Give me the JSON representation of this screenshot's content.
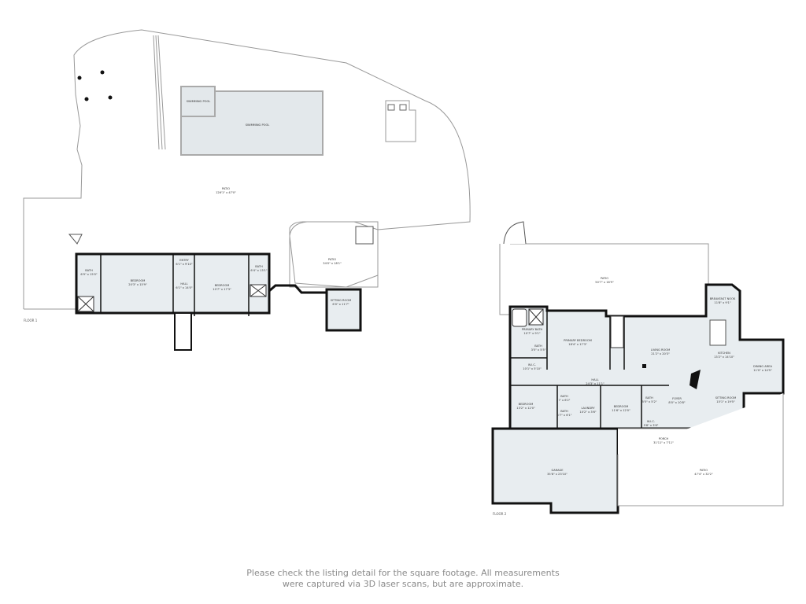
{
  "floor1": {
    "label": "FLOOR 1",
    "rooms": [
      {
        "name": "SWIMMING POOL",
        "dims": ""
      },
      {
        "name": "SWIMMING POOL",
        "dims": ""
      },
      {
        "name": "PATIO",
        "dims": "126'1\" x 47'0\""
      },
      {
        "name": "PATIO",
        "dims": "34'0\" x 18'1\""
      },
      {
        "name": "BATH",
        "dims": "6'9\" x 15'0\""
      },
      {
        "name": "BEDROOM",
        "dims": "20'3\" x 15'9\""
      },
      {
        "name": "ENTRY",
        "dims": "6'1\" x 9'10\""
      },
      {
        "name": "HALL",
        "dims": "6'1\" x 14'0\""
      },
      {
        "name": "BEDROOM",
        "dims": "10'7\" x 17'3\""
      },
      {
        "name": "BATH",
        "dims": "6'4\" x 13'1\""
      },
      {
        "name": "SITTING ROOM",
        "dims": "6'0\" x 11'7\""
      }
    ]
  },
  "floor2": {
    "label": "FLOOR 2",
    "rooms": [
      {
        "name": "PATIO",
        "dims": "50'7\" x 16'9\""
      },
      {
        "name": "BREAKFAST NOOK",
        "dims": "11'8\" x 9'1\""
      },
      {
        "name": "PRIMARY BEDROOM",
        "dims": "18'4\" x 17'3\""
      },
      {
        "name": "LIVING ROOM",
        "dims": "21'2\" x 20'3\""
      },
      {
        "name": "KITCHEN",
        "dims": "13'2\" x 14'10\""
      },
      {
        "name": "DINING AREA",
        "dims": "11'0\" x 14'5\""
      },
      {
        "name": "PRIMARY BATH",
        "dims": "10'7\" x 9'1\""
      },
      {
        "name": "BATH",
        "dims": "3'5\" x 5'5\""
      },
      {
        "name": "W.I.C.",
        "dims": "10'1\" x 5'10\""
      },
      {
        "name": "HALL",
        "dims": "24'3\" x 11'1\""
      },
      {
        "name": "BEDROOM",
        "dims": "13'2\" x 12'0\""
      },
      {
        "name": "BATH",
        "dims": "7' x 6'2\""
      },
      {
        "name": "BATH",
        "dims": "5'7\" x 6'1\""
      },
      {
        "name": "LAUNDRY",
        "dims": "10'2\" x 3'6\""
      },
      {
        "name": "BEDROOM",
        "dims": "11'6\" x 12'0\""
      },
      {
        "name": "BATH",
        "dims": "5'5\" x 5'2\""
      },
      {
        "name": "W.I.C.",
        "dims": "5'8\" x 3'6\""
      },
      {
        "name": "FOYER",
        "dims": "8'0\" x 10'8\""
      },
      {
        "name": "SITTING ROOM",
        "dims": "15'1\" x 19'5\""
      },
      {
        "name": "PORCH",
        "dims": "31'11\" x 7'11\""
      },
      {
        "name": "GARAGE",
        "dims": "35'8\" x 23'10\""
      },
      {
        "name": "PATIO",
        "dims": "47'4\" x 32'2\""
      }
    ]
  },
  "footer": {
    "line1": "Please check the listing detail for the square footage. All measurements",
    "line2": "were captured via 3D laser scans, but are approximate."
  }
}
